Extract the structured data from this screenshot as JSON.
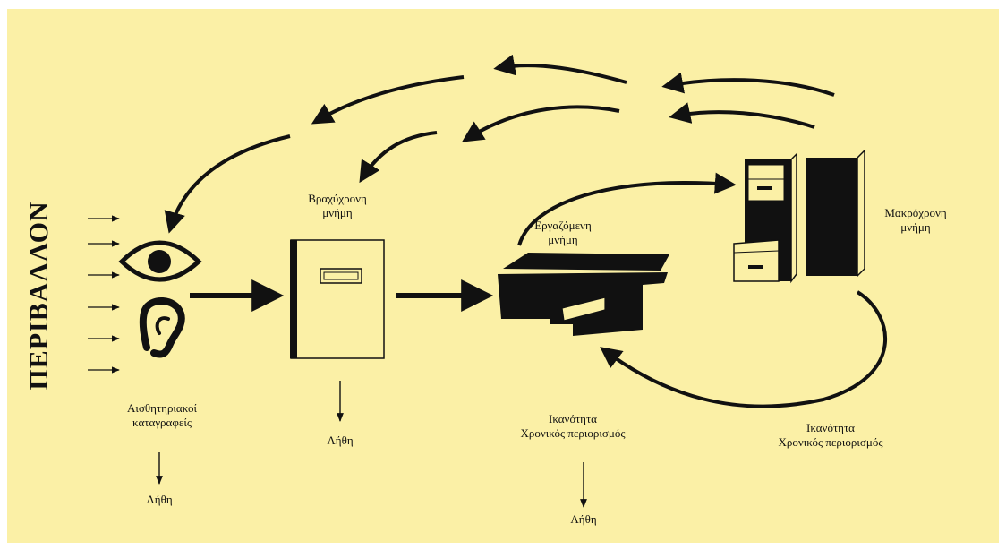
{
  "environment": {
    "label": "ΠΕΡΙΒΑΛΛΟΝ"
  },
  "sensory": {
    "label_line1": "Αισθητηριακοί",
    "label_line2": "καταγραφείς",
    "forgetting": "Λήθη"
  },
  "short_term": {
    "label_line1": "Βραχύχρονη",
    "label_line2": "μνήμη",
    "forgetting": "Λήθη"
  },
  "working": {
    "label_line1": "Εργαζόμενη",
    "label_line2": "μνήμη",
    "capacity": "Ικανότητα",
    "time_limit": "Χρονικός περιορισμός",
    "forgetting": "Λήθη"
  },
  "long_term": {
    "label_line1": "Μακρόχρονη",
    "label_line2": "μνήμη",
    "capacity": "Ικανότητα",
    "time_limit": "Χρονικός περιορισμός"
  },
  "colors": {
    "background": "#fbf0a6",
    "ink": "#111111"
  }
}
